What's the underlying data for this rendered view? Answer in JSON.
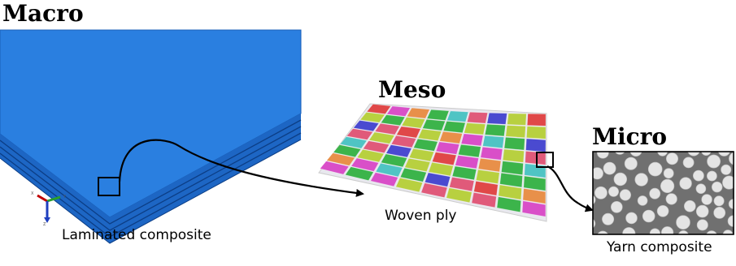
{
  "titles": {
    "macro": "Macro",
    "meso": "Meso",
    "micro": "Micro"
  },
  "captions": {
    "macro": "Laminated composite",
    "meso": "Woven ply",
    "micro": "Yarn composite"
  },
  "axis_triad": {
    "labels": [
      "X",
      "Y",
      "Z"
    ],
    "colors": [
      "#c00000",
      "#2aa02a",
      "#1f3fbf"
    ]
  },
  "colors": {
    "laminate_top": "#2a7fe0",
    "laminate_edge": "#1a5fb8",
    "micro_matrix": "#707070",
    "micro_fiber": "#e4e4e4",
    "connector": "#000000"
  },
  "woven_palette": [
    "#e04848",
    "#3cb44b",
    "#4a4ad0",
    "#d94fc8",
    "#4fc4c4",
    "#b8d040",
    "#e8904a",
    "#e05a7a"
  ]
}
